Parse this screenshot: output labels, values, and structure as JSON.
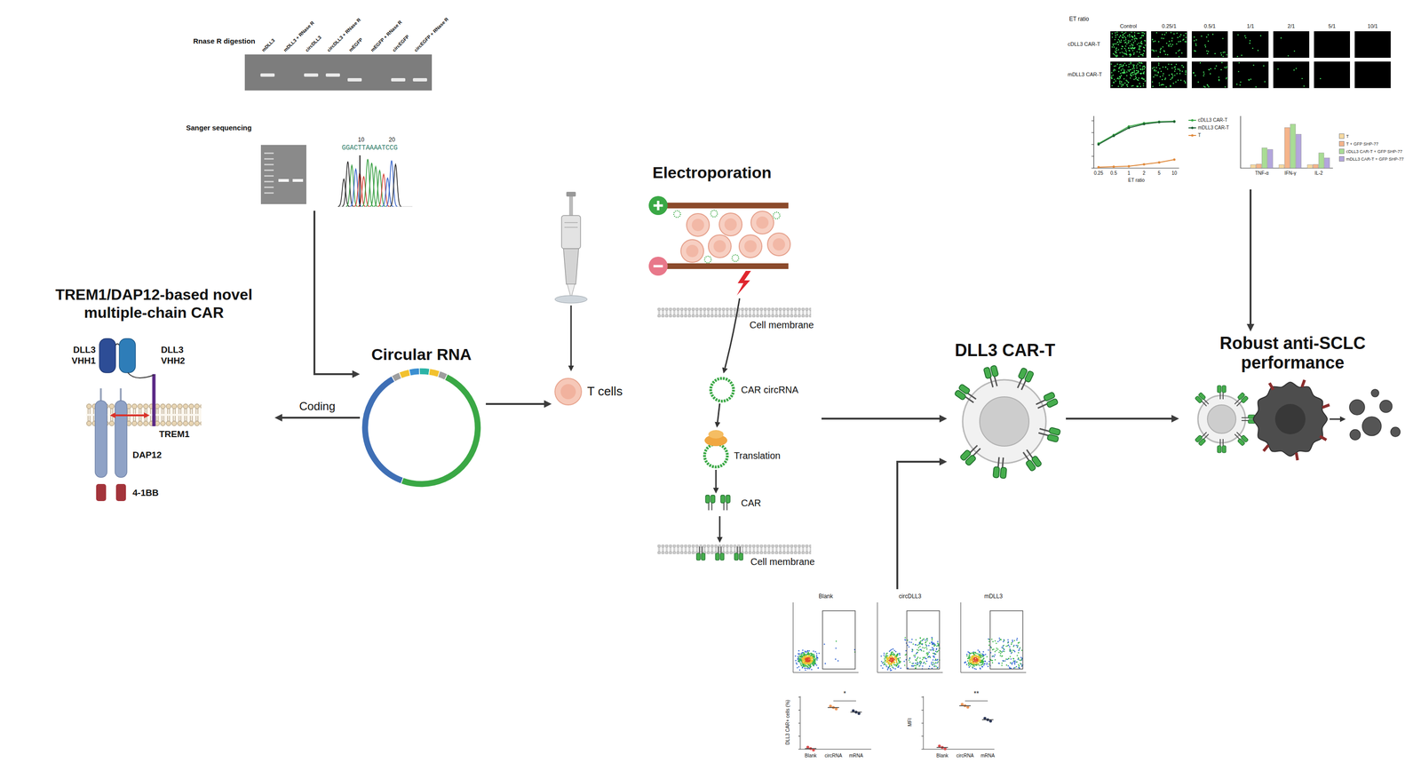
{
  "diagram": {
    "nodes": [
      {
        "text": [
          "Rnase R digestion"
        ]
      },
      {
        "text": [
          "Sanger sequencing"
        ]
      },
      {
        "text": [
          "TREM1/DAP12-based novel multiple-chain CAR"
        ]
      },
      {
        "text": [
          "Circular RNA"
        ]
      },
      {
        "text": [
          "T cells"
        ]
      },
      {
        "text": [
          "Electroporation"
        ]
      },
      {
        "text": [
          "DLL3 CAR-T"
        ]
      },
      {
        "text": [
          "Robust anti-SCLC performance"
        ]
      },
      {
        "text": [
          "ET ratio",
          "Control",
          "0.25/1",
          "0.5/1",
          "1/1",
          "2/1",
          "5/1",
          "10/1",
          "cDLL3 CAR-T",
          "mDLL3 CAR-T"
        ]
      },
      {
        "text": [
          "Blank",
          "circDLL3",
          "mDLL3"
        ]
      }
    ],
    "edges": [
      {
        "from": 1,
        "to": 3,
        "arrow": "to"
      },
      {
        "from": 3,
        "to": 2,
        "label": "Coding",
        "arrow": "to"
      },
      {
        "from": 3,
        "to": 4,
        "arrow": "to"
      },
      {
        "from": 5,
        "to": 6,
        "arrow": "to"
      },
      {
        "from": 9,
        "to": 6,
        "arrow": "to"
      },
      {
        "from": 6,
        "to": 7,
        "arrow": "to"
      },
      {
        "from": 8,
        "to": 7,
        "arrow": "to"
      }
    ],
    "labels": [
      "mDLL3",
      "mDLL3 + RNase R",
      "circDLL3",
      "circDLL3 + RNase R",
      "mEGFP",
      "mEGFP + RNase R",
      "circEGFP",
      "circEGFP + RNase R",
      "10",
      "20",
      "GGACTTAAAATCCG",
      "DLL3 VHH1",
      "DLL3 VHH2",
      "TREM1",
      "DAP12",
      "4-1BB",
      "Cell membrane",
      "CAR circRNA",
      "Translation",
      "CAR",
      "Cell membrane",
      "0.25",
      "0.5",
      "1",
      "2",
      "5",
      "10",
      "ET ratio",
      "TNF-α",
      "IFN-γ",
      "IL-2",
      "DLL3 CAR+ cells (%)",
      "*",
      "Blank",
      "circRNA",
      "mRNA",
      "MFI",
      "**",
      "Blank",
      "circRNA",
      "mRNA"
    ],
    "legend": [
      {
        "text": "cDLL3 CAR-T"
      },
      {
        "text": "mDLL3 CAR-T"
      },
      {
        "text": "T"
      },
      {
        "text": "T",
        "color": "#f7d9a0"
      },
      {
        "text": "T + GFP SHP-77",
        "color": "#f5b48a"
      },
      {
        "text": "cDLL3 CAR-T + GFP SHP-77",
        "color": "#a9dc95"
      },
      {
        "text": "mDLL3 CAR-T + GFP SHP-77",
        "color": "#b3a6dc"
      }
    ]
  }
}
